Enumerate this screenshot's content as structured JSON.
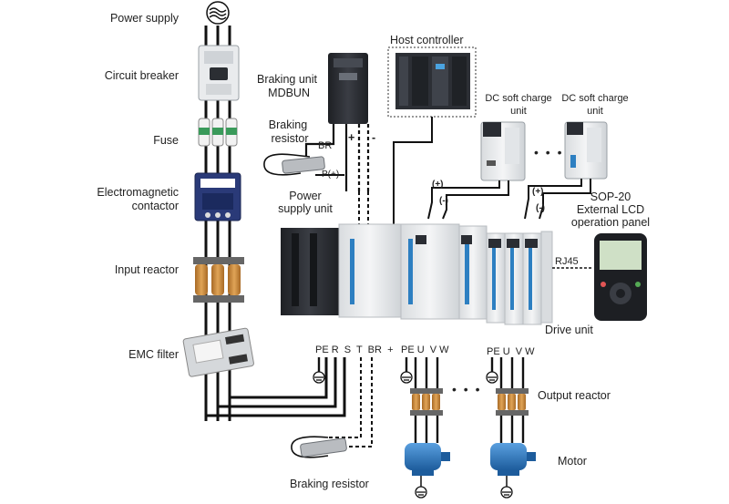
{
  "left_chain": {
    "power_supply": "Power supply",
    "circuit_breaker": "Circuit breaker",
    "fuse": "Fuse",
    "contactor_line1": "Electromagnetic",
    "contactor_line2": "contactor",
    "input_reactor": "Input reactor",
    "emc_filter": "EMC filter"
  },
  "braking_unit": {
    "line1": "Braking unit",
    "line2": "MDBUN",
    "br": "BR",
    "plus": "+",
    "minus": "-"
  },
  "braking_resistor_top": {
    "line1": "Braking",
    "line2": "resistor",
    "terminal": "P(+)"
  },
  "power_supply_unit": {
    "line1": "Power",
    "line2": "supply unit"
  },
  "host_controller": "Host controller",
  "dc_soft_charge_1": {
    "line1": "DC soft charge",
    "line2": "unit",
    "plus": "(+)",
    "minus": "(-)"
  },
  "dc_soft_charge_2": {
    "line1": "DC soft charge",
    "line2": "unit",
    "plus": "(+)",
    "minus": "(-)"
  },
  "ellipsis": "• • •",
  "sop20": {
    "line1": "SOP-20",
    "line2": "External LCD",
    "line3": "operation panel"
  },
  "rj45": "RJ45",
  "drive_unit": "Drive unit",
  "terminals_supply": "PE R  S  T  BR  +",
  "terminals_out1": "PE U  V W",
  "terminals_out2": "PE U  V W",
  "output_reactor": "Output reactor",
  "motor": "Motor",
  "braking_resistor_bottom": "Braking resistor",
  "colors": {
    "wire": "#111111",
    "cabinet_dark": "#2a2d33",
    "cabinet_light": "#e8eaec",
    "accent_blue": "#2d7fc1",
    "reactor_copper": "#c98b3c"
  }
}
